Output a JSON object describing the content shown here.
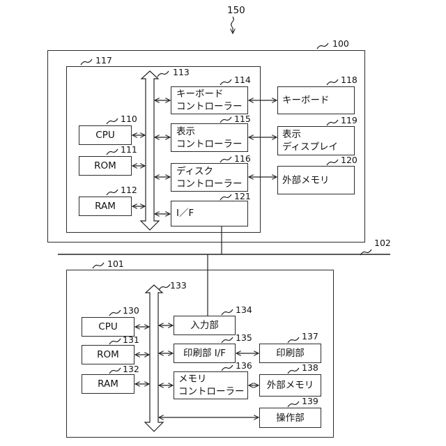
{
  "figure": {
    "ref": "150",
    "network": {
      "ref": "102"
    },
    "host": {
      "ref": "100",
      "board_ref": "117",
      "bus_ref": "113",
      "cpu": {
        "ref": "110",
        "label": "CPU"
      },
      "rom": {
        "ref": "111",
        "label": "ROM"
      },
      "ram": {
        "ref": "112",
        "label": "RAM"
      },
      "keyboard_controller": {
        "ref": "114",
        "line1": "キーボード",
        "line2": "コントローラー"
      },
      "display_controller": {
        "ref": "115",
        "line1": "表示",
        "line2": "コントローラー"
      },
      "disk_controller": {
        "ref": "116",
        "line1": "ディスク",
        "line2": "コントローラー"
      },
      "interface": {
        "ref": "121",
        "label": "I／F"
      },
      "keyboard": {
        "ref": "118",
        "label": "キーボード"
      },
      "display": {
        "ref": "119",
        "line1": "表示",
        "line2": "ディスプレイ"
      },
      "external_memory": {
        "ref": "120",
        "label": "外部メモリ"
      }
    },
    "printer": {
      "ref": "101",
      "bus_ref": "133",
      "cpu": {
        "ref": "130",
        "label": "CPU"
      },
      "rom": {
        "ref": "131",
        "label": "ROM"
      },
      "ram": {
        "ref": "132",
        "label": "RAM"
      },
      "input_unit": {
        "ref": "134",
        "label": "入力部"
      },
      "print_interface": {
        "ref": "135",
        "label": "印刷部 I/F"
      },
      "memory_controller": {
        "ref": "136",
        "line1": "メモリ",
        "line2": "コントローラー"
      },
      "print_unit": {
        "ref": "137",
        "label": "印刷部"
      },
      "external_memory": {
        "ref": "138",
        "label": "外部メモリ"
      },
      "operation_unit": {
        "ref": "139",
        "label": "操作部"
      }
    }
  }
}
